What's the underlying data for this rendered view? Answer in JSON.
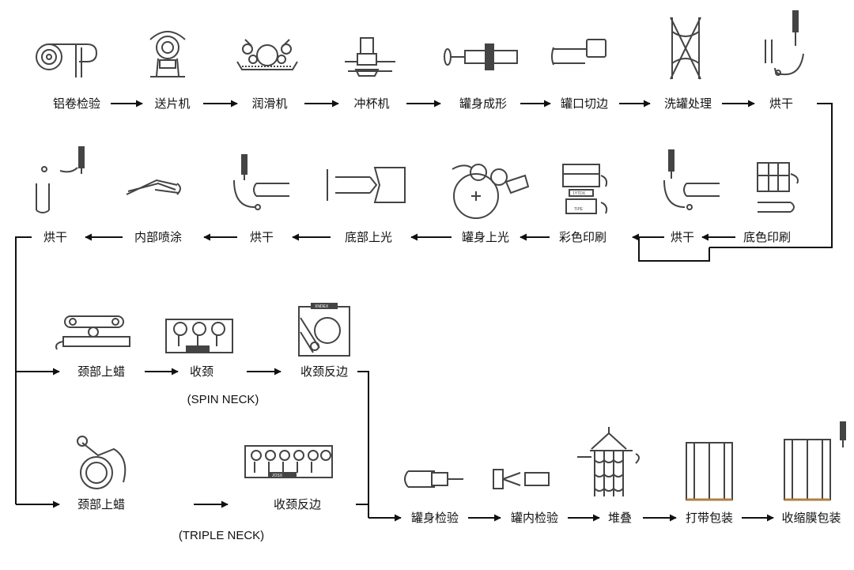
{
  "steps": {
    "s1": "铝卷检验",
    "s2": "送片机",
    "s3": "润滑机",
    "s4": "冲杯机",
    "s5": "罐身成形",
    "s6": "罐口切边",
    "s7": "洗罐处理",
    "s8": "烘干",
    "s9": "底色印刷",
    "s10": "烘干",
    "s11": "彩色印刷",
    "s12": "罐身上光",
    "s13": "底部上光",
    "s14": "烘干",
    "s15": "内部喷涂",
    "s16": "烘干",
    "n1": "颈部上蜡",
    "n2": "收颈",
    "n3": "收颈反边",
    "t1": "颈部上蜡",
    "t2": "收颈反边",
    "f1": "罐身检验",
    "f2": "罐内检验",
    "f3": "堆叠",
    "f4": "打带包装",
    "f5": "收缩膜包装"
  },
  "notes": {
    "spin": "(SPIN NECK)",
    "triple": "(TRIPLE NECK)"
  },
  "icon_labels": {
    "label_a": "1YTDX",
    "label_b": "TIPE",
    "label_c": "JOSX",
    "label_d": "XNDEX",
    "label_e": "JOSX"
  },
  "colors": {
    "line": "#111111",
    "icon": "#444444"
  }
}
